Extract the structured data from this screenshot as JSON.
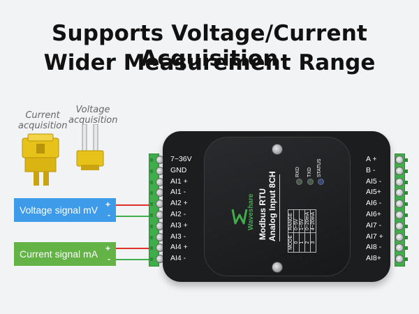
{
  "headline": {
    "line1": "Supports Voltage/Current Acquisition",
    "line2": "Wider Measurement Range"
  },
  "jumpers": {
    "current_label": "Current\nacquisition",
    "voltage_label": "Voltage\nacquisition",
    "color": "#e8c21a"
  },
  "signals": {
    "voltage": {
      "label": "Voltage signal mV",
      "plus": "+",
      "minus": "-",
      "color": "#3d9be9"
    },
    "current": {
      "label": "Current signal mA",
      "plus": "+",
      "minus": "-",
      "color": "#63b347"
    }
  },
  "left_pins": [
    "7~36V",
    "GND",
    "AI1 +",
    "AI1 -",
    "AI2 +",
    "AI2 -",
    "AI3 +",
    "AI3 -",
    "AI4 +",
    "AI4 -"
  ],
  "right_pins": [
    "A +",
    "B -",
    "AI5 -",
    "AI5+",
    "AI6 -",
    "AI6+",
    "AI7 -",
    "AI7 +",
    "AI8 -",
    "AI8+"
  ],
  "device": {
    "brand": "Waveshare",
    "product_line1": "Modbus RTU",
    "product_line2": "Analog Input 8CH",
    "leds": [
      "RXD",
      "TXD",
      "STATUS"
    ],
    "table_header": [
      "MODE",
      "RANGE"
    ],
    "table_rows": [
      [
        "0",
        "0~5V"
      ],
      [
        "1",
        "1~5V"
      ],
      [
        "2",
        "0~20mA"
      ],
      [
        "3",
        "4~20mA"
      ]
    ]
  },
  "colors": {
    "terminal": "#3fae4a",
    "wire_red": "#e0302a",
    "wire_green": "#3fae4a",
    "device": "#1c1d1f"
  }
}
